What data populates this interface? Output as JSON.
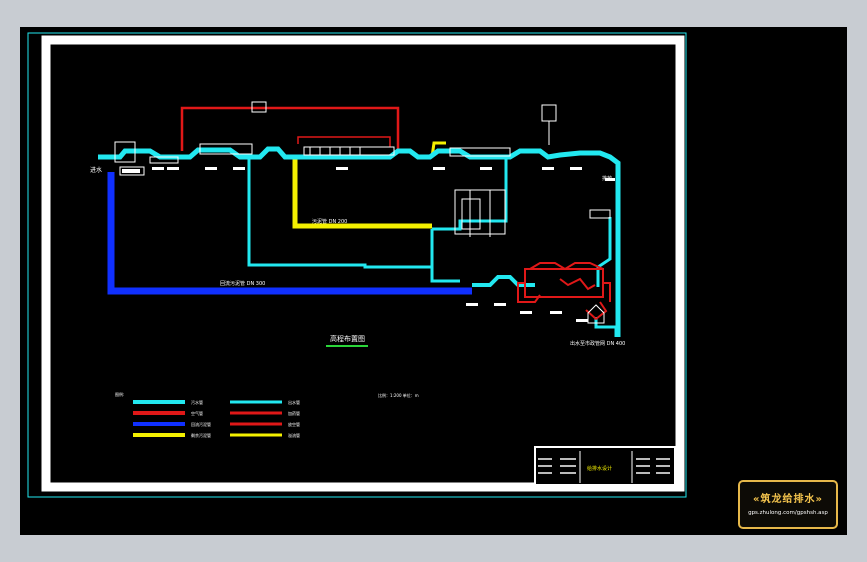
{
  "drawing": {
    "title": "高程布置图",
    "center_note": "比例：1:200  单位：m",
    "labels": {
      "left_inlet": "进水",
      "yellow_pipe": "污泥管 DN 200",
      "blue_pipe": "回流污泥管 DN 300",
      "outfall": "排放",
      "bottom_right": "出水至市政管网 DN 400"
    }
  },
  "legend": {
    "title": "图例:",
    "left": [
      {
        "label": "污水管",
        "color": "#22e8f0"
      },
      {
        "label": "空气管",
        "color": "#e01818"
      },
      {
        "label": "回流污泥管",
        "color": "#1030ff"
      },
      {
        "label": "剩余污泥管",
        "color": "#f4f000"
      }
    ],
    "right": [
      {
        "label": "出水管",
        "color": "#22e8f0"
      },
      {
        "label": "加药管",
        "color": "#e01818"
      },
      {
        "label": "放空管",
        "color": "#e01818"
      },
      {
        "label": "溢流管",
        "color": "#f4f000"
      }
    ]
  },
  "title_block": {
    "stamp": "给排水设计"
  },
  "watermark": {
    "title": "«筑龙给排水»",
    "url": "gps.zhulong.com/gpshsh.asp"
  }
}
